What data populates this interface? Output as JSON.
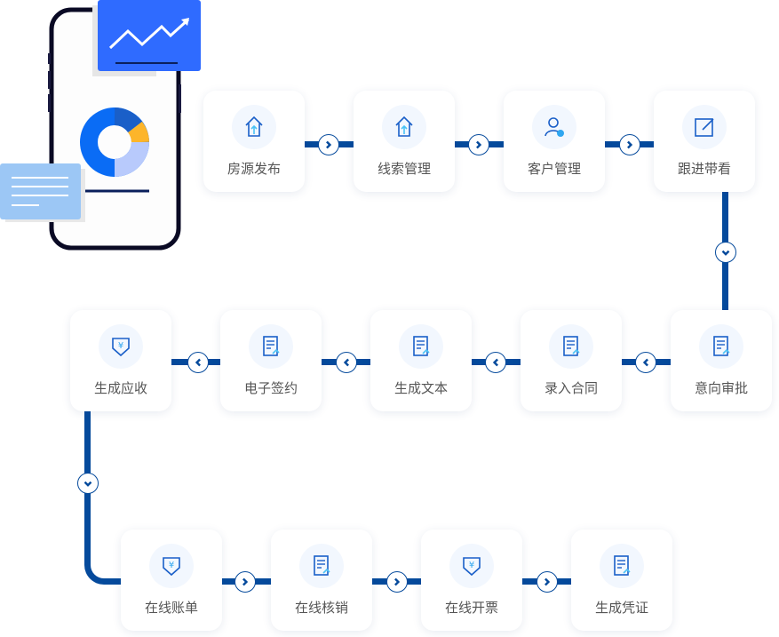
{
  "colors": {
    "line": "#054a9c",
    "accent": "#2f6bff"
  },
  "steps": [
    {
      "label": "房源发布",
      "icon": "house-upload-icon"
    },
    {
      "label": "线索管理",
      "icon": "house-settings-icon"
    },
    {
      "label": "客户管理",
      "icon": "customer-icon"
    },
    {
      "label": "跟进带看",
      "icon": "edit-icon"
    },
    {
      "label": "意向审批",
      "icon": "approval-doc-icon"
    },
    {
      "label": "录入合同",
      "icon": "contract-edit-icon"
    },
    {
      "label": "生成文本",
      "icon": "doc-check-icon"
    },
    {
      "label": "电子签约",
      "icon": "e-sign-doc-icon"
    },
    {
      "label": "生成应收",
      "icon": "receivable-icon"
    },
    {
      "label": "在线账单",
      "icon": "bill-monitor-icon"
    },
    {
      "label": "在线核销",
      "icon": "write-off-icon"
    },
    {
      "label": "在线开票",
      "icon": "invoice-icon"
    },
    {
      "label": "生成凭证",
      "icon": "voucher-icon"
    }
  ]
}
